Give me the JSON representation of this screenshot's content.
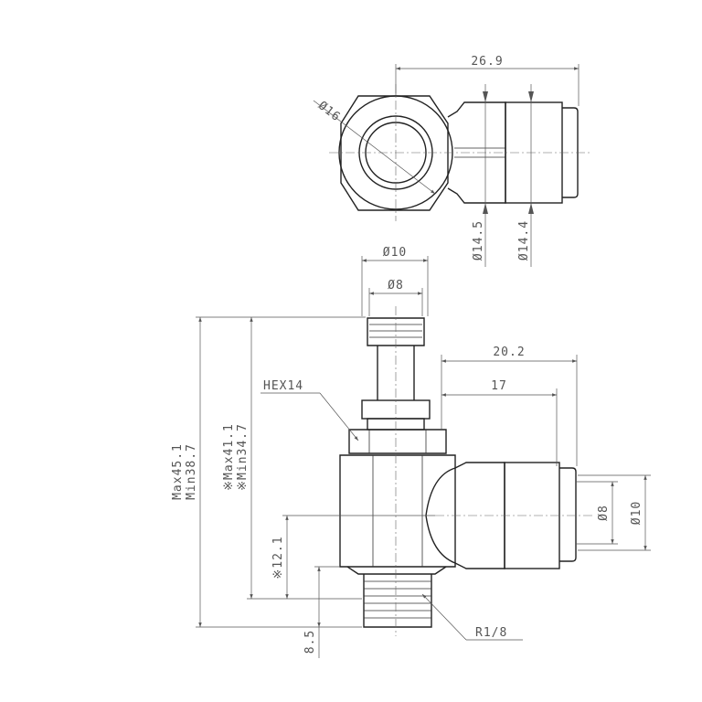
{
  "drawing": {
    "labels": {
      "top_width": "26.9",
      "top_hex_dia": "Ø16",
      "top_body_dia": "Ø14.5",
      "top_sleeve_dia": "Ø14.4",
      "stem_od": "Ø10",
      "stem_id": "Ø8",
      "side_length_total": "20.2",
      "side_length_inner": "17",
      "hex": "HEX14",
      "max_overall": "Max45.1",
      "min_overall": "Min38.7",
      "max_body": "※Max41.1",
      "min_body": "※Min34.7",
      "center_height": "※12.1",
      "thread_len": "8.5",
      "thread": "R1/8",
      "port_id": "Ø8",
      "port_od": "Ø10"
    }
  }
}
